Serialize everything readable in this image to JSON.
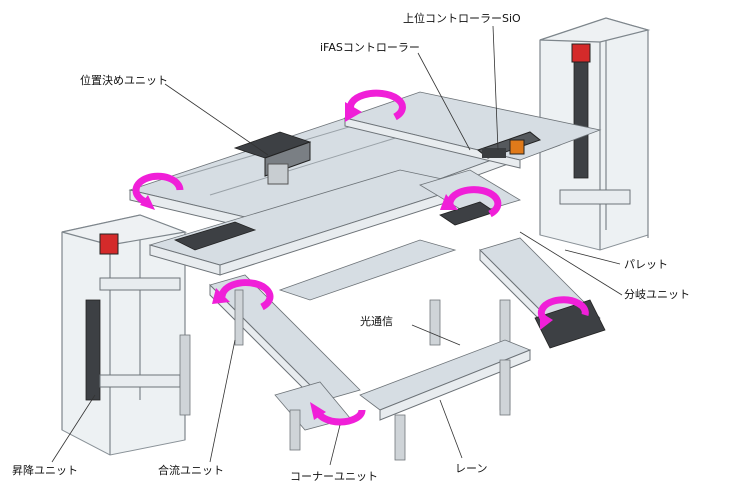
{
  "labels": {
    "upper_controller": "上位コントローラーSiO",
    "ifas_controller": "iFASコントローラー",
    "positioning_unit": "位置決めユニット",
    "pallet": "パレット",
    "branch_unit": "分岐ユニット",
    "optical_comm": "光通信",
    "lift_unit": "昇降ユニット",
    "merge_unit": "合流ユニット",
    "corner_unit": "コーナーユニット",
    "lane": "レーン"
  },
  "colors": {
    "rotation_arrow": "#f01fd8",
    "frame": "#7e868c",
    "rail": "#e8ecef",
    "tower_lamp": "#d42a2a"
  }
}
